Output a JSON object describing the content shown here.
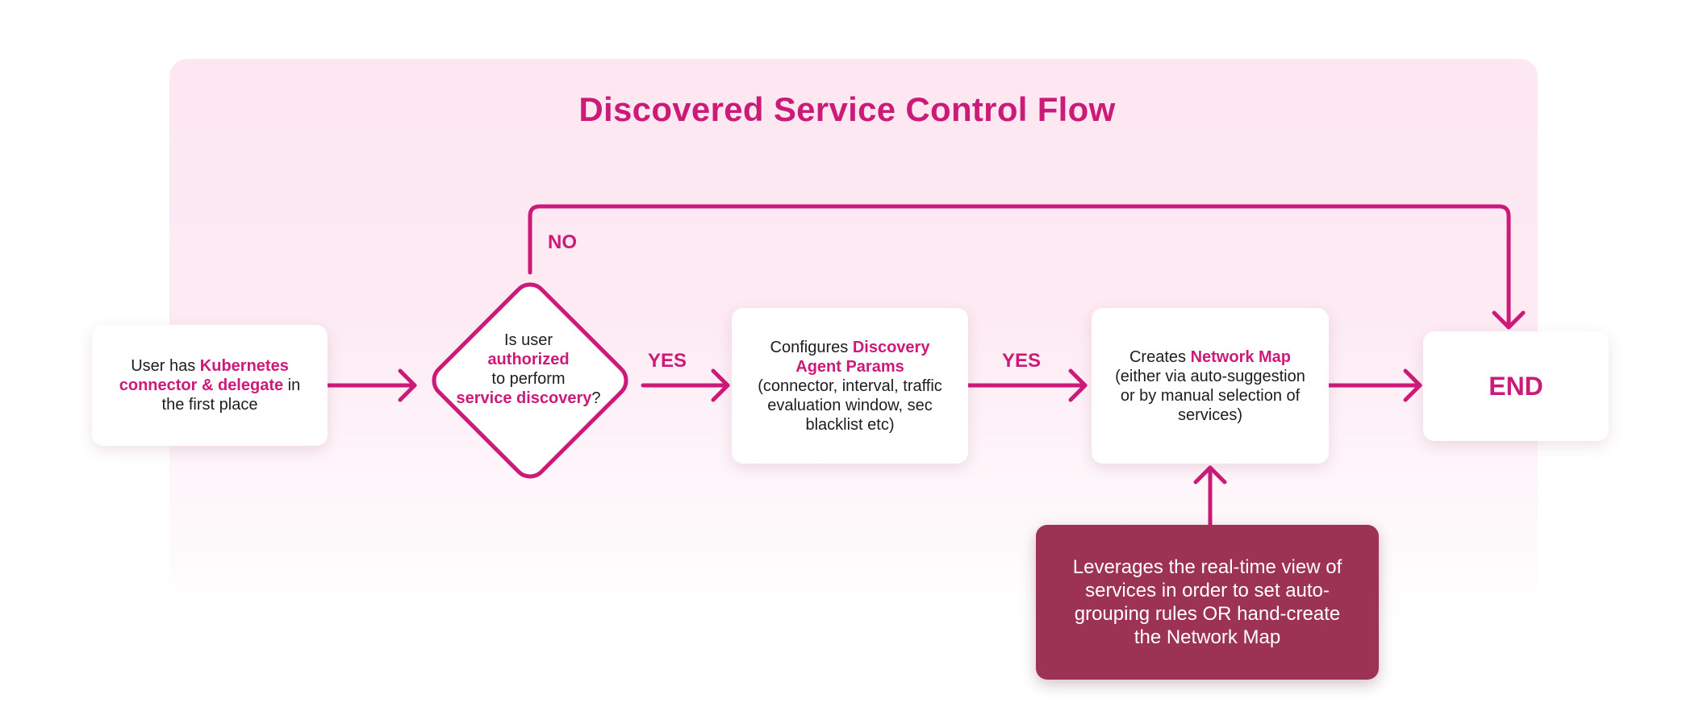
{
  "title": "Discovered Service Control Flow",
  "colors": {
    "accent": "#cc1a79",
    "note_background": "#9c3254",
    "panel_background": "#fde8f2"
  },
  "nodes": {
    "start": {
      "text_before": "User has ",
      "highlight": "Kubernetes connector & delegate",
      "text_after": " in the first place"
    },
    "decision": {
      "line1": "Is user",
      "highlight1": "authorized",
      "line3": "to perform",
      "highlight2": "service discovery",
      "suffix": "?"
    },
    "configure": {
      "text_before": "Configures ",
      "highlight": "Discovery Agent Params",
      "text_after": "(connector, interval, traffic evaluation window, sec blacklist etc)"
    },
    "network_map": {
      "text_before": "Creates ",
      "highlight": "Network Map",
      "text_after": "(either via auto-suggestion or by manual selection of services)"
    },
    "end": {
      "label": "END"
    },
    "note": {
      "text": "Leverages the real-time view of services in order to set auto-grouping rules OR hand-create the Network Map"
    }
  },
  "edges": {
    "no_label": "NO",
    "yes_label_1": "YES",
    "yes_label_2": "YES"
  }
}
